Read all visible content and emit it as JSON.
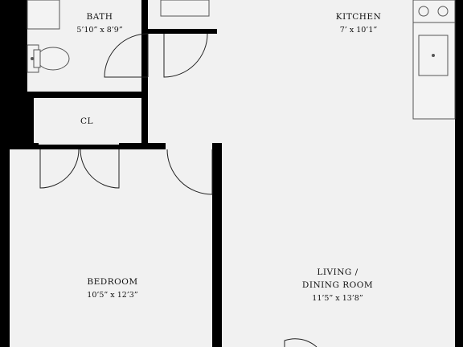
{
  "rooms": {
    "bath": {
      "name": "BATH",
      "dims": "5’10” x 8’9”"
    },
    "kitchen": {
      "name": "KITCHEN",
      "dims": "7’ x 10’1”"
    },
    "closet": {
      "name": "CL"
    },
    "bedroom": {
      "name": "BEDROOM",
      "dims": "10’5” x 12’3”"
    },
    "living": {
      "name_line1": "LIVING /",
      "name_line2": "DINING ROOM",
      "dims": "11’5” x 13’8”"
    }
  }
}
